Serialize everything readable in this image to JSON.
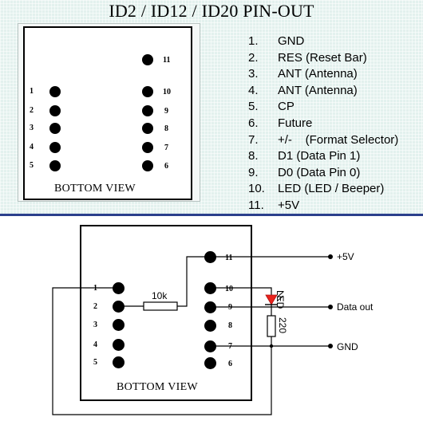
{
  "title": "ID2 / ID12 / ID20 PIN-OUT",
  "top_view_label": "BOTTOM VIEW",
  "bottom_view_label": "BOTTOM VIEW",
  "top_pins": {
    "left": [
      "1",
      "2",
      "3",
      "4",
      "5"
    ],
    "right": [
      "11",
      "10",
      "9",
      "8",
      "7",
      "6"
    ]
  },
  "pin_list": [
    {
      "num": "1.",
      "desc": "GND"
    },
    {
      "num": "2.",
      "desc": "RES (Reset Bar)"
    },
    {
      "num": "3.",
      "desc": "ANT (Antenna)"
    },
    {
      "num": "4.",
      "desc": "ANT (Antenna)"
    },
    {
      "num": "5.",
      "desc": "CP"
    },
    {
      "num": "6.",
      "desc": "Future"
    },
    {
      "num": "7.",
      "desc": "+/-    (Format Selector)"
    },
    {
      "num": "8.",
      "desc": "D1 (Data Pin 1)"
    },
    {
      "num": "9.",
      "desc": "D0 (Data Pin 0)"
    },
    {
      "num": "10.",
      "desc": "LED (LED / Beeper)"
    },
    {
      "num": "11.",
      "desc": "+5V"
    }
  ],
  "wiring": {
    "resistor_10k": "10k",
    "led_label": "LED",
    "resistor_220": "220",
    "plus5v": "+5V",
    "data_out": "Data out",
    "gnd": "GND"
  },
  "bottom_pins": {
    "left": [
      "1",
      "2",
      "3",
      "4",
      "5"
    ],
    "right": [
      "11",
      "10",
      "9",
      "8",
      "7",
      "6"
    ]
  },
  "colors": {
    "panel_bg": "#e3f1ee",
    "divider": "#2b3f8c",
    "led": "#e8231c"
  }
}
